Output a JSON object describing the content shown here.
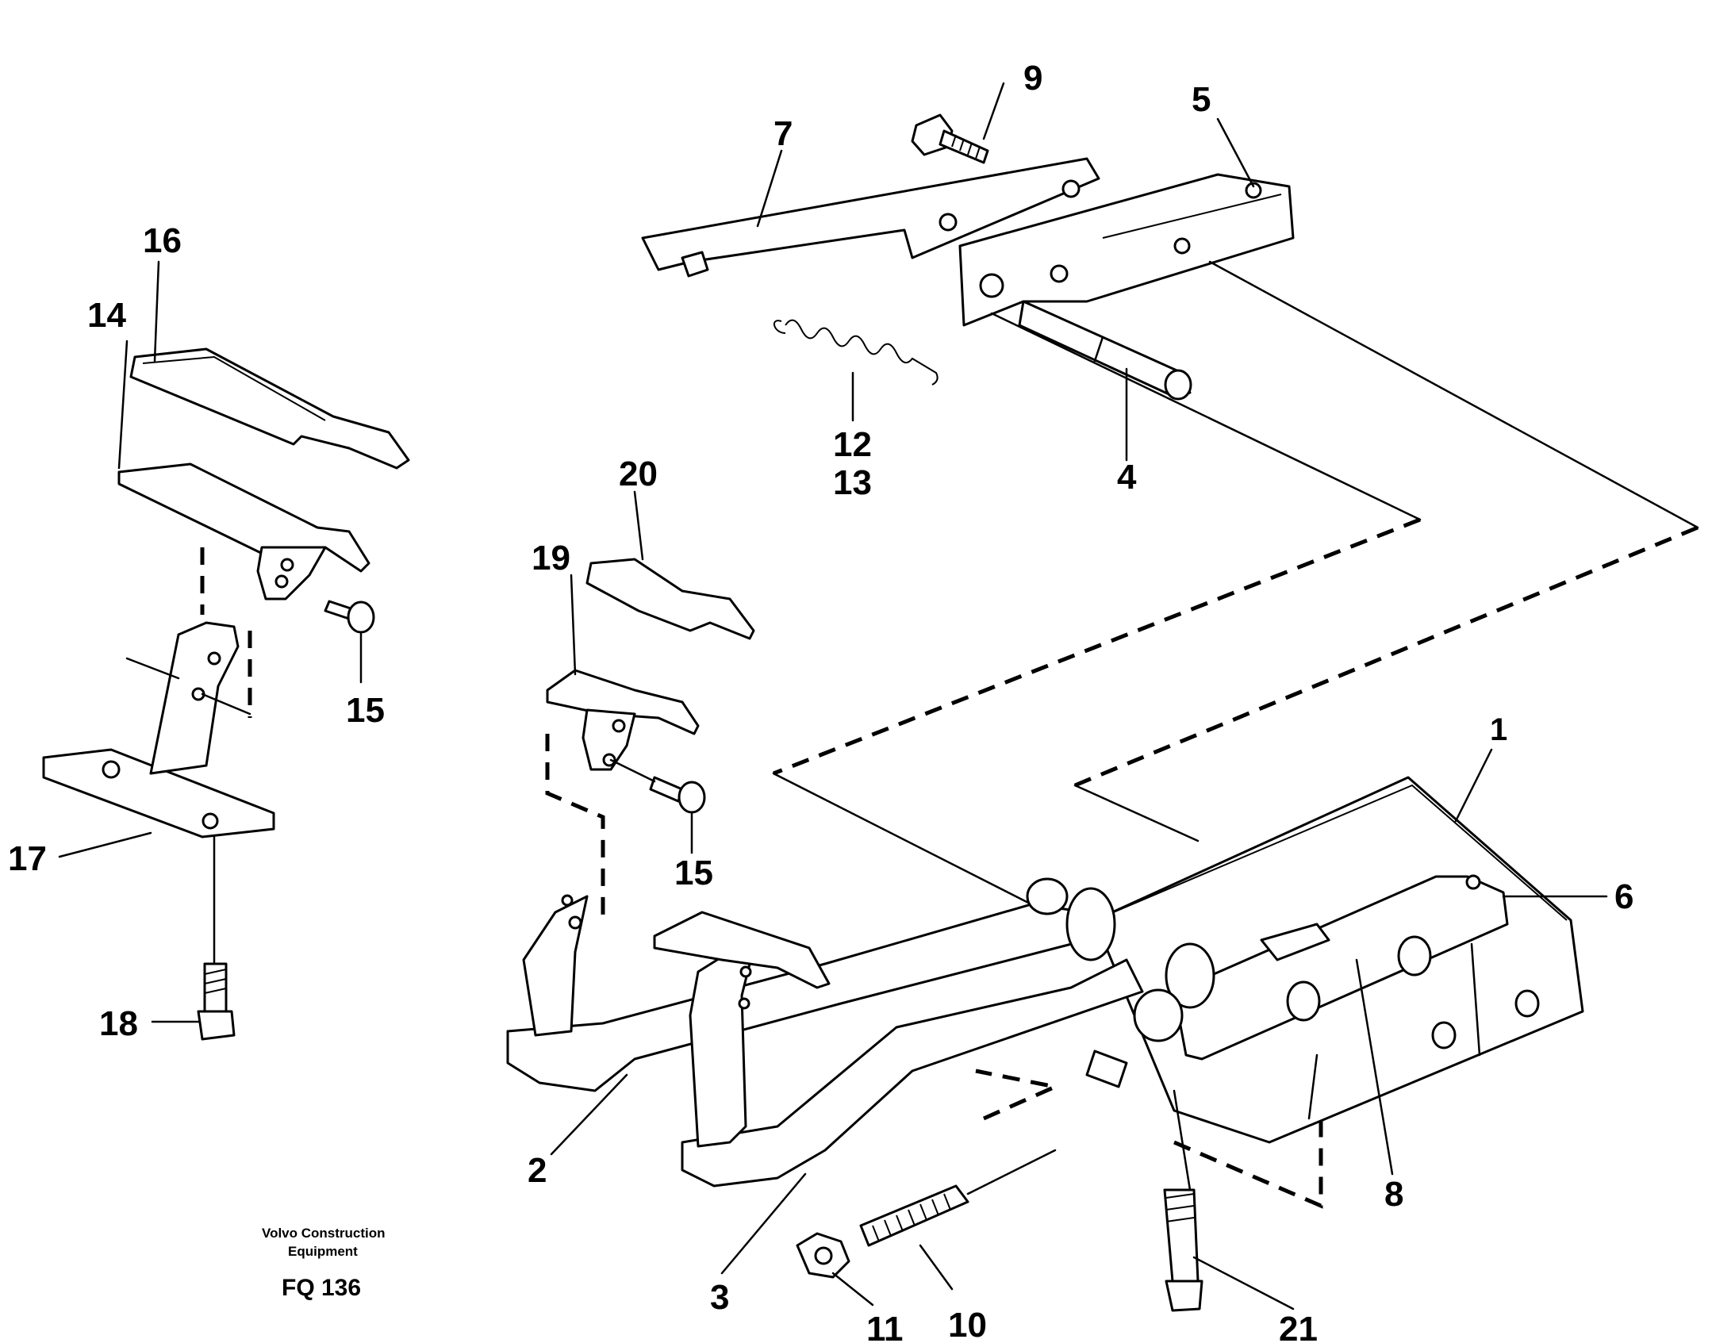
{
  "diagram": {
    "callouts": {
      "c1": "1",
      "c2": "2",
      "c3": "3",
      "c4": "4",
      "c5": "5",
      "c6": "6",
      "c7": "7",
      "c8": "8",
      "c9": "9",
      "c10": "10",
      "c11": "11",
      "c12": "12",
      "c13": "13",
      "c14": "14",
      "c15a": "15",
      "c15b": "15",
      "c16": "16",
      "c17": "17",
      "c18": "18",
      "c19": "19",
      "c20": "20",
      "c21": "21"
    },
    "credit_line1": "Volvo Construction",
    "credit_line2": "Equipment",
    "figure_code": "FQ 136"
  }
}
